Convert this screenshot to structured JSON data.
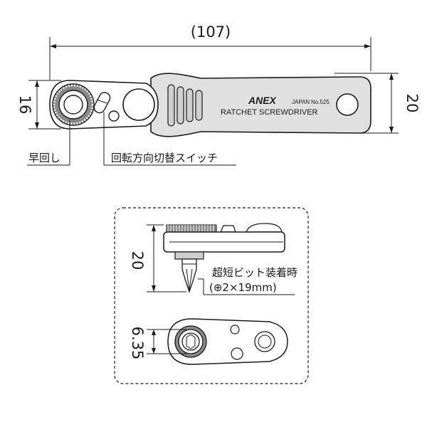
{
  "top_view": {
    "length_dim": "(107)",
    "head_height_dim": "16",
    "handle_height_dim": "20",
    "brand": "ANEX",
    "origin": "JAPAN",
    "model_no": "No.525",
    "product_name": "RATCHET SCREWDRIVER",
    "callout_quick_turn": "早回し",
    "callout_direction_switch": "回転方向切替スイッチ"
  },
  "detail_view": {
    "side_height_dim": "20",
    "bit_label_line1": "超短ビット装着時",
    "bit_label_line2": "(⊕2×19mm)",
    "socket_dim": "6.35"
  },
  "colors": {
    "line": "#1a1a1a",
    "handle_fill": "#e0e0e0",
    "metal_fill": "#ffffff",
    "rubber_fill": "#cfcfcf",
    "knurl_fill": "#8a8a8a"
  }
}
